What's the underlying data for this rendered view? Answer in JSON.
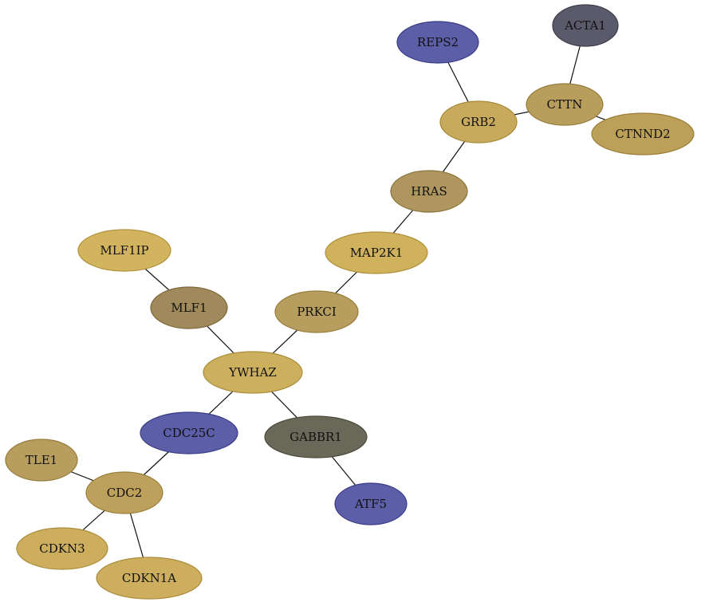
{
  "nodes": [
    {
      "id": "REPS2",
      "label": "REPS2",
      "fill": "#5c5ea8",
      "stroke": "#3a3c86"
    },
    {
      "id": "ACTA1",
      "label": "ACTA1",
      "fill": "#5a5a6a",
      "stroke": "#3e3e4c"
    },
    {
      "id": "GRB2",
      "label": "GRB2",
      "fill": "#c8aa5c",
      "stroke": "#a58836"
    },
    {
      "id": "CTTN",
      "label": "CTTN",
      "fill": "#b89e5c",
      "stroke": "#967c3a"
    },
    {
      "id": "CTNND2",
      "label": "CTNND2",
      "fill": "#bca05a",
      "stroke": "#9a7e38"
    },
    {
      "id": "HRAS",
      "label": "HRAS",
      "fill": "#ae965e",
      "stroke": "#8c743c"
    },
    {
      "id": "MLF1IP",
      "label": "MLF1IP",
      "fill": "#d2b45e",
      "stroke": "#b0923c"
    },
    {
      "id": "MAP2K1",
      "label": "MAP2K1",
      "fill": "#d0b25c",
      "stroke": "#ae903a"
    },
    {
      "id": "MLF1",
      "label": "MLF1",
      "fill": "#a08a5c",
      "stroke": "#7e683a"
    },
    {
      "id": "PRKCI",
      "label": "PRKCI",
      "fill": "#b89e5e",
      "stroke": "#967c3c"
    },
    {
      "id": "YWHAZ",
      "label": "YWHAZ",
      "fill": "#ccb05e",
      "stroke": "#aa8e3c"
    },
    {
      "id": "CDC25C",
      "label": "CDC25C",
      "fill": "#5c5ea8",
      "stroke": "#3a3c86"
    },
    {
      "id": "GABBR1",
      "label": "GABBR1",
      "fill": "#6a6858",
      "stroke": "#4a4838"
    },
    {
      "id": "TLE1",
      "label": "TLE1",
      "fill": "#b89e5e",
      "stroke": "#967c3c"
    },
    {
      "id": "CDC2",
      "label": "CDC2",
      "fill": "#bca05c",
      "stroke": "#9a7e3a"
    },
    {
      "id": "ATF5",
      "label": "ATF5",
      "fill": "#5c5ea8",
      "stroke": "#3a3c86"
    },
    {
      "id": "CDKN3",
      "label": "CDKN3",
      "fill": "#ccae5e",
      "stroke": "#aa8c3c"
    },
    {
      "id": "CDKN1A",
      "label": "CDKN1A",
      "fill": "#ccae5e",
      "stroke": "#aa8c3c"
    }
  ],
  "edges": [
    [
      "REPS2",
      "GRB2"
    ],
    [
      "ACTA1",
      "CTTN"
    ],
    [
      "GRB2",
      "CTTN"
    ],
    [
      "CTTN",
      "CTNND2"
    ],
    [
      "GRB2",
      "HRAS"
    ],
    [
      "HRAS",
      "MAP2K1"
    ],
    [
      "MAP2K1",
      "PRKCI"
    ],
    [
      "MLF1IP",
      "MLF1"
    ],
    [
      "MLF1",
      "YWHAZ"
    ],
    [
      "PRKCI",
      "YWHAZ"
    ],
    [
      "YWHAZ",
      "CDC25C"
    ],
    [
      "YWHAZ",
      "GABBR1"
    ],
    [
      "CDC25C",
      "CDC2"
    ],
    [
      "GABBR1",
      "ATF5"
    ],
    [
      "TLE1",
      "CDC2"
    ],
    [
      "CDC2",
      "CDKN3"
    ],
    [
      "CDC2",
      "CDKN1A"
    ]
  ]
}
